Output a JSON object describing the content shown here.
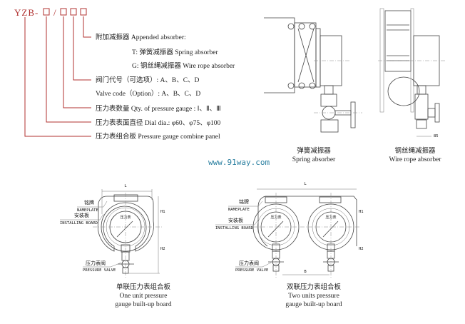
{
  "code": {
    "prefix": "YZB-",
    "slash": "/"
  },
  "legend": [
    "附加减振器  Appended absorber:",
    "T: 弹簧减振器  Spring absorber",
    "G: 钢丝绳减振器  Wire rope absorber",
    "阀门代号（可选项）: A、B、C、D",
    "Valve code（Option）: A、B、C、D",
    "压力表数量  Qty. of pressure gauge : Ⅰ、Ⅱ、Ⅲ",
    "压力表表面直径  Dial dia.: φ60、φ75、φ100",
    "压力表组合板  Pressure gauge combine panel"
  ],
  "spring": {
    "cn": "弹簧减振器",
    "en": "Spring absorber"
  },
  "wire": {
    "cn": "钢丝绳减振器",
    "en": "Wire rope absorber",
    "dim": "85"
  },
  "watermark": "www.91way.com",
  "one_unit": {
    "dim_L": "L",
    "dim_H1": "H1",
    "dim_H2": "H2",
    "nameplate_cn": "铭牌",
    "nameplate_en": "NAMEPLATE",
    "board_cn": "安装板",
    "board_en": "INSTALLING BOARD",
    "valve_cn": "压力表阀",
    "valve_en": "PRESSURE VALVE",
    "dial": "压力表",
    "cap_cn": "单联压力表组合板",
    "cap_en1": "One unit pressure",
    "cap_en2": "gauge built-up board"
  },
  "two_units": {
    "dim_L": "L",
    "dim_H1": "H1",
    "dim_H2": "H2",
    "dim_B": "B",
    "nameplate_cn": "铭牌",
    "nameplate_en": "NAMEPLATE",
    "board_cn": "安装板",
    "board_en": "INSTALLING BOARD",
    "valve_cn": "压力表阀",
    "valve_en": "PRESSURE VALVE",
    "dial": "压力表",
    "cap_cn": "双联压力表组合板",
    "cap_en1": "Two units pressure",
    "cap_en2": "gauge built-up board"
  },
  "colors": {
    "accent": "#b0302f",
    "watermark": "#2a7fa0"
  }
}
